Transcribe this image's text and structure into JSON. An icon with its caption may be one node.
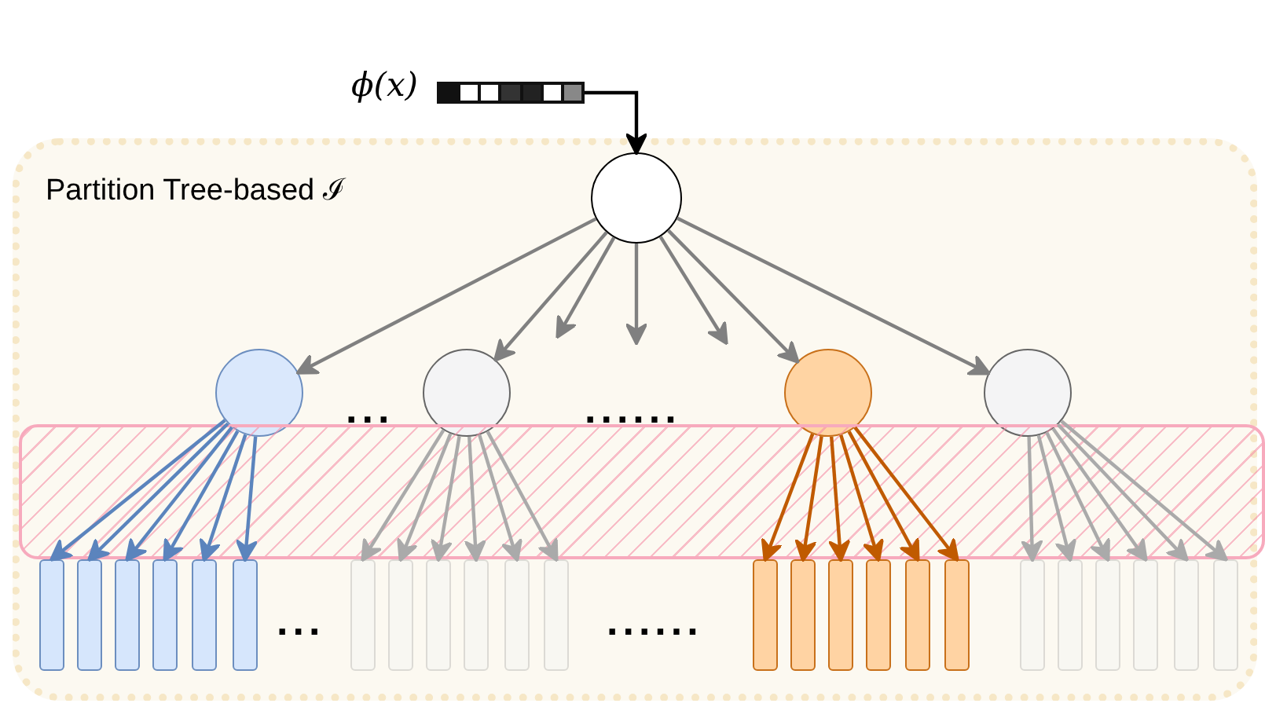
{
  "diagram": {
    "nodes": [
      {
        "text": [
          "Partition Tree-based ℐ"
        ]
      },
      {
        "text": [],
        "shape": "bar",
        "beside": [
          "ϕ(x)"
        ]
      },
      {
        "text": [],
        "shape": "circle",
        "in": 0
      },
      {
        "text": [],
        "shape": "circle",
        "in": 0
      },
      {
        "text": [],
        "shape": "circle",
        "in": 0
      },
      {
        "text": [],
        "shape": "circle",
        "in": 0
      },
      {
        "text": [],
        "shape": "circle",
        "in": 0
      },
      {
        "text": [],
        "shape": "bar",
        "in": 0
      },
      {
        "text": [],
        "shape": "bar",
        "in": 0
      },
      {
        "text": [],
        "shape": "bar",
        "in": 0
      },
      {
        "text": [],
        "shape": "bar",
        "in": 0
      },
      {
        "text": [],
        "shape": "bar",
        "in": 0
      },
      {
        "text": [],
        "shape": "bar",
        "in": 0
      },
      {
        "text": [],
        "shape": "bar",
        "in": 0
      },
      {
        "text": [],
        "shape": "bar",
        "in": 0
      },
      {
        "text": [],
        "shape": "bar",
        "in": 0
      },
      {
        "text": [],
        "shape": "bar",
        "in": 0
      },
      {
        "text": [],
        "shape": "bar",
        "in": 0
      },
      {
        "text": [],
        "shape": "bar",
        "in": 0
      },
      {
        "text": [],
        "shape": "bar",
        "in": 0
      },
      {
        "text": [],
        "shape": "bar",
        "in": 0
      },
      {
        "text": [],
        "shape": "bar",
        "in": 0
      },
      {
        "text": [],
        "shape": "bar",
        "in": 0
      },
      {
        "text": [],
        "shape": "bar",
        "in": 0
      },
      {
        "text": [],
        "shape": "bar",
        "in": 0
      },
      {
        "text": [],
        "shape": "bar",
        "in": 0
      },
      {
        "text": [],
        "shape": "bar",
        "in": 0
      },
      {
        "text": [],
        "shape": "bar",
        "in": 0
      },
      {
        "text": [],
        "shape": "bar",
        "in": 0
      },
      {
        "text": [],
        "shape": "bar",
        "in": 0
      },
      {
        "text": [],
        "shape": "bar",
        "in": 0
      }
    ],
    "edges": [
      {
        "from": 1,
        "to": 2,
        "arrow": "to",
        "color": "#000000"
      },
      {
        "from": 2,
        "to": 3,
        "arrow": "to",
        "color": "#808080"
      },
      {
        "from": 2,
        "to": 4,
        "arrow": "to",
        "color": "#808080"
      },
      {
        "from": 2,
        "to": null,
        "arrow": "to",
        "color": "#808080"
      },
      {
        "from": 2,
        "to": null,
        "arrow": "to",
        "color": "#808080"
      },
      {
        "from": 2,
        "to": null,
        "arrow": "to",
        "color": "#808080"
      },
      {
        "from": 2,
        "to": 5,
        "arrow": "to",
        "color": "#808080"
      },
      {
        "from": 2,
        "to": 6,
        "arrow": "to",
        "color": "#808080"
      },
      {
        "from": 3,
        "to": 7,
        "arrow": "to",
        "color": "#5b84bd"
      },
      {
        "from": 3,
        "to": 8,
        "arrow": "to",
        "color": "#5b84bd"
      },
      {
        "from": 3,
        "to": 9,
        "arrow": "to",
        "color": "#5b84bd"
      },
      {
        "from": 3,
        "to": 10,
        "arrow": "to",
        "color": "#5b84bd"
      },
      {
        "from": 3,
        "to": 11,
        "arrow": "to",
        "color": "#5b84bd"
      },
      {
        "from": 3,
        "to": 12,
        "arrow": "to",
        "color": "#5b84bd"
      },
      {
        "from": 4,
        "to": 13,
        "arrow": "to"
      },
      {
        "from": 4,
        "to": 14,
        "arrow": "to"
      },
      {
        "from": 4,
        "to": 15,
        "arrow": "to"
      },
      {
        "from": 4,
        "to": 16,
        "arrow": "to"
      },
      {
        "from": 4,
        "to": 17,
        "arrow": "to"
      },
      {
        "from": 4,
        "to": 18,
        "arrow": "to"
      },
      {
        "from": 5,
        "to": 19,
        "arrow": "to",
        "color": "#c05a00"
      },
      {
        "from": 5,
        "to": 20,
        "arrow": "to",
        "color": "#c05a00"
      },
      {
        "from": 5,
        "to": 21,
        "arrow": "to",
        "color": "#c05a00"
      },
      {
        "from": 5,
        "to": 22,
        "arrow": "to",
        "color": "#c05a00"
      },
      {
        "from": 5,
        "to": 23,
        "arrow": "to",
        "color": "#c05a00"
      },
      {
        "from": 5,
        "to": 24,
        "arrow": "to",
        "color": "#c05a00"
      },
      {
        "from": 6,
        "to": 25,
        "arrow": "to"
      },
      {
        "from": 6,
        "to": 26,
        "arrow": "to"
      },
      {
        "from": 6,
        "to": 27,
        "arrow": "to"
      },
      {
        "from": 6,
        "to": 28,
        "arrow": "to"
      },
      {
        "from": 6,
        "to": 29,
        "arrow": "to"
      },
      {
        "from": 6,
        "to": 30,
        "arrow": "to"
      }
    ],
    "labels": [
      "...",
      "......",
      "...",
      "......"
    ]
  }
}
